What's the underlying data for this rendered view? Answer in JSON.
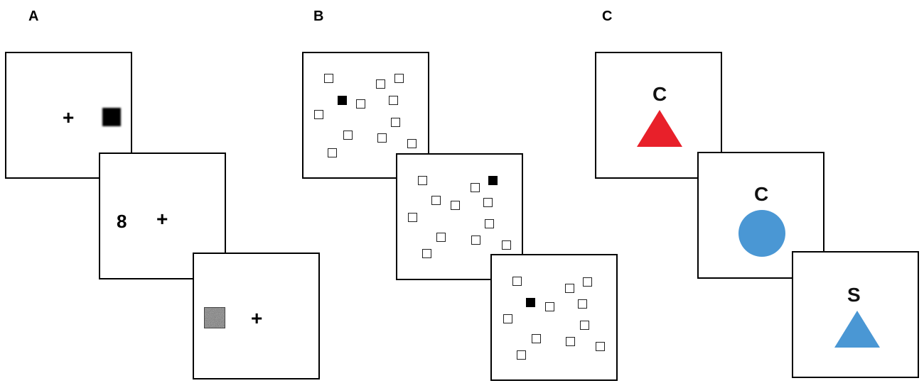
{
  "panels": {
    "a": {
      "label": "A",
      "frame1": {
        "symbol": "+"
      },
      "frame2": {
        "digit": "8",
        "symbol": "+"
      },
      "frame3": {
        "symbol": "+"
      }
    },
    "b": {
      "label": "B"
    },
    "c": {
      "label": "C",
      "frame1": {
        "letter": "C"
      },
      "frame2": {
        "letter": "C"
      },
      "frame3": {
        "letter": "S"
      }
    }
  },
  "colors": {
    "red_triangle": "#e8202a",
    "blue_shape": "#4a97d4",
    "dark_square": "#000000",
    "noise_square": "#777777"
  }
}
